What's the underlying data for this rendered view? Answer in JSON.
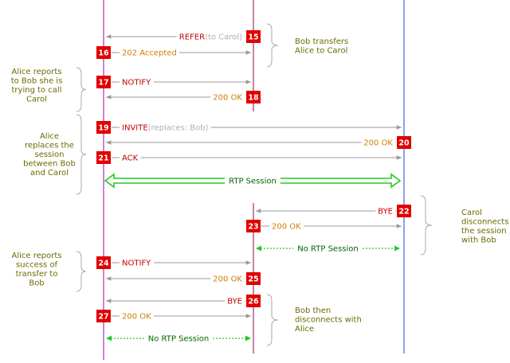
{
  "colors": {
    "alice_line": "#b030b0",
    "bob_line": "#a0306a",
    "carol_line": "#4060e8",
    "arrow": "#999999",
    "request_text": "#c00000",
    "response_text": "#d08000",
    "param_text": "#b0b0b0",
    "note_text": "#6b6b00",
    "badge_bg": "#e00000",
    "badge_text": "#ffffff",
    "rtp_arrow": "#22cc22",
    "rtp_text": "#006600",
    "brace": "#aaaaaa"
  },
  "messages": [
    {
      "num": "15",
      "label": "REFER",
      "param": "(to Carol)"
    },
    {
      "num": "16",
      "label": "202 Accepted",
      "param": ""
    },
    {
      "num": "17",
      "label": "NOTIFY",
      "param": ""
    },
    {
      "num": "18",
      "label": "200 OK",
      "param": ""
    },
    {
      "num": "19",
      "label": "INVITE",
      "param": "(replaces: Bob)"
    },
    {
      "num": "20",
      "label": "200 OK",
      "param": ""
    },
    {
      "num": "21",
      "label": "ACK",
      "param": ""
    },
    {
      "num": "22",
      "label": "BYE",
      "param": ""
    },
    {
      "num": "23",
      "label": "200 OK",
      "param": ""
    },
    {
      "num": "24",
      "label": "NOTIFY",
      "param": ""
    },
    {
      "num": "25",
      "label": "200 OK",
      "param": ""
    },
    {
      "num": "26",
      "label": "BYE",
      "param": ""
    },
    {
      "num": "27",
      "label": "200 OK",
      "param": ""
    }
  ],
  "sessions": [
    {
      "label": "RTP Session"
    },
    {
      "label": "No RTP Session"
    },
    {
      "label": "No RTP Session"
    }
  ],
  "notes": [
    {
      "lines": [
        "Bob transfers",
        "Alice to Carol"
      ]
    },
    {
      "lines": [
        "Alice reports",
        "to Bob she is",
        "trying to call",
        "Carol"
      ]
    },
    {
      "lines": [
        "Alice",
        "replaces the",
        "session",
        "between Bob",
        "and Carol"
      ]
    },
    {
      "lines": [
        "Carol",
        "disconnects",
        "the session",
        "with Bob"
      ]
    },
    {
      "lines": [
        "Alice reports",
        "success of",
        "transfer to",
        "Bob"
      ]
    },
    {
      "lines": [
        "Bob then",
        "disconnects with",
        "Alice"
      ]
    }
  ]
}
